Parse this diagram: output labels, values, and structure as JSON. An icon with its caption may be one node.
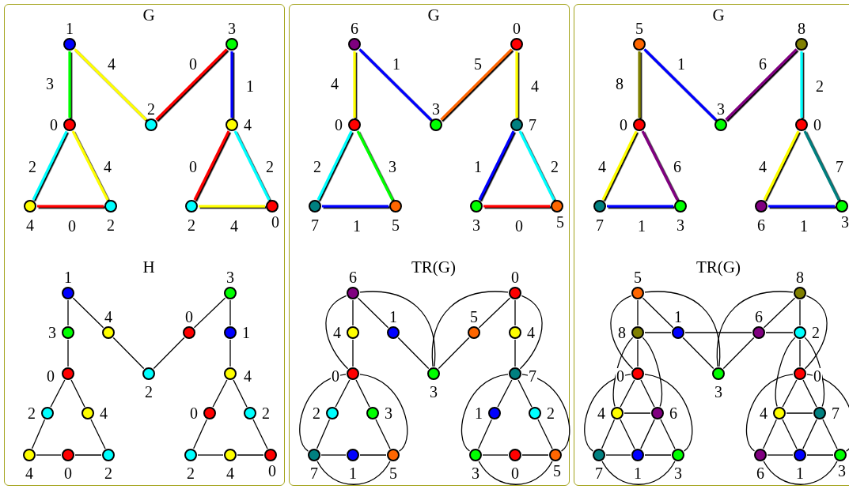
{
  "diagram": {
    "nodes": [
      {
        "text": [
          "G",
          "H"
        ]
      },
      {
        "text": [
          "G",
          "TR(G)"
        ]
      },
      {
        "text": [
          "G",
          "TR(G)"
        ]
      },
      {
        "text": [],
        "shape": "circle",
        "in": 0,
        "beside": [
          "1"
        ]
      },
      {
        "text": [],
        "shape": "circle",
        "in": 0,
        "beside": [
          "0"
        ]
      },
      {
        "text": [],
        "shape": "circle",
        "in": 0,
        "beside": [
          "2"
        ]
      },
      {
        "text": [],
        "shape": "circle",
        "in": 0,
        "beside": [
          "3"
        ]
      },
      {
        "text": [],
        "shape": "circle",
        "in": 0,
        "beside": [
          "4"
        ]
      },
      {
        "text": [],
        "shape": "circle",
        "in": 0,
        "beside": [
          "4"
        ]
      },
      {
        "text": [],
        "shape": "circle",
        "in": 0,
        "beside": [
          "2"
        ]
      },
      {
        "text": [],
        "shape": "circle",
        "in": 0,
        "beside": [
          "2"
        ]
      },
      {
        "text": [],
        "shape": "circle",
        "in": 0,
        "beside": [
          "0"
        ]
      },
      {
        "text": [],
        "shape": "circle",
        "in": 0,
        "beside": [
          "1"
        ]
      },
      {
        "text": [],
        "shape": "circle",
        "in": 0,
        "beside": [
          "3"
        ]
      },
      {
        "text": [],
        "shape": "circle",
        "in": 0,
        "beside": [
          "0"
        ]
      },
      {
        "text": [],
        "shape": "circle",
        "in": 0,
        "beside": [
          "4"
        ]
      },
      {
        "text": [],
        "shape": "circle",
        "in": 0,
        "beside": [
          "2"
        ]
      },
      {
        "text": [],
        "shape": "circle",
        "in": 0,
        "beside": [
          "0"
        ]
      },
      {
        "text": [],
        "shape": "circle",
        "in": 0,
        "beside": [
          "3"
        ]
      },
      {
        "text": [],
        "shape": "circle",
        "in": 0,
        "beside": [
          "1"
        ]
      },
      {
        "text": [],
        "shape": "circle",
        "in": 0,
        "beside": [
          "4"
        ]
      },
      {
        "text": [],
        "shape": "circle",
        "in": 0,
        "beside": [
          "2"
        ]
      },
      {
        "text": [],
        "shape": "circle",
        "in": 0,
        "beside": [
          "4"
        ]
      },
      {
        "text": [],
        "shape": "circle",
        "in": 0,
        "beside": [
          "4"
        ]
      },
      {
        "text": [],
        "shape": "circle",
        "in": 0,
        "beside": [
          "0"
        ]
      },
      {
        "text": [],
        "shape": "circle",
        "in": 0,
        "beside": [
          "2"
        ]
      },
      {
        "text": [],
        "shape": "circle",
        "in": 0,
        "beside": [
          "0"
        ]
      },
      {
        "text": [],
        "shape": "circle",
        "in": 0,
        "beside": [
          "2"
        ]
      },
      {
        "text": [],
        "shape": "circle",
        "in": 0,
        "beside": [
          "2"
        ]
      },
      {
        "text": [],
        "shape": "circle",
        "in": 0,
        "beside": [
          "4"
        ]
      },
      {
        "text": [],
        "shape": "circle",
        "in": 0,
        "beside": [
          "0"
        ]
      },
      {
        "text": [],
        "shape": "circle",
        "in": 1,
        "beside": [
          "6"
        ]
      },
      {
        "text": [],
        "shape": "circle",
        "in": 1,
        "beside": [
          "0"
        ]
      },
      {
        "text": [],
        "shape": "circle",
        "in": 1,
        "beside": [
          "3"
        ]
      },
      {
        "text": [],
        "shape": "circle",
        "in": 1,
        "beside": [
          "0"
        ]
      },
      {
        "text": [],
        "shape": "circle",
        "in": 1,
        "beside": [
          "7"
        ]
      },
      {
        "text": [],
        "shape": "circle",
        "in": 1,
        "beside": [
          "7"
        ]
      },
      {
        "text": [],
        "shape": "circle",
        "in": 1,
        "beside": [
          "5"
        ]
      },
      {
        "text": [],
        "shape": "circle",
        "in": 1,
        "beside": [
          "3"
        ]
      },
      {
        "text": [],
        "shape": "circle",
        "in": 1,
        "beside": [
          "5"
        ]
      },
      {
        "text": [],
        "shape": "circle",
        "in": 1,
        "beside": [
          "6"
        ]
      },
      {
        "text": [],
        "shape": "circle",
        "in": 1,
        "beside": [
          "4"
        ]
      },
      {
        "text": [],
        "shape": "circle",
        "in": 1,
        "beside": [
          "0"
        ]
      },
      {
        "text": [],
        "shape": "circle",
        "in": 1,
        "beside": [
          "1"
        ]
      },
      {
        "text": [],
        "shape": "circle",
        "in": 1,
        "beside": [
          "3"
        ]
      },
      {
        "text": [],
        "shape": "circle",
        "in": 1,
        "beside": [
          "5"
        ]
      },
      {
        "text": [],
        "shape": "circle",
        "in": 1,
        "beside": [
          "0"
        ]
      },
      {
        "text": [],
        "shape": "circle",
        "in": 1,
        "beside": [
          "4"
        ]
      },
      {
        "text": [],
        "shape": "circle",
        "in": 1,
        "beside": [
          "7"
        ]
      },
      {
        "text": [],
        "shape": "circle",
        "in": 1,
        "beside": [
          "2"
        ]
      },
      {
        "text": [],
        "shape": "circle",
        "in": 1,
        "beside": [
          "3"
        ]
      },
      {
        "text": [],
        "shape": "circle",
        "in": 1,
        "beside": [
          "7"
        ]
      },
      {
        "text": [],
        "shape": "circle",
        "in": 1,
        "beside": [
          "1"
        ]
      },
      {
        "text": [],
        "shape": "circle",
        "in": 1,
        "beside": [
          "5"
        ]
      },
      {
        "text": [],
        "shape": "circle",
        "in": 1,
        "beside": [
          "1"
        ]
      },
      {
        "text": [],
        "shape": "circle",
        "in": 1,
        "beside": [
          "2"
        ]
      },
      {
        "text": [],
        "shape": "circle",
        "in": 1,
        "beside": [
          "3"
        ]
      },
      {
        "text": [],
        "shape": "circle",
        "in": 1,
        "beside": [
          "0"
        ]
      },
      {
        "text": [],
        "shape": "circle",
        "in": 1,
        "beside": [
          "5"
        ]
      },
      {
        "text": [],
        "shape": "circle",
        "in": 2,
        "beside": [
          "5"
        ]
      },
      {
        "text": [],
        "shape": "circle",
        "in": 2,
        "beside": [
          "0"
        ]
      },
      {
        "text": [],
        "shape": "circle",
        "in": 2,
        "beside": [
          "3"
        ]
      },
      {
        "text": [],
        "shape": "circle",
        "in": 2,
        "beside": [
          "8"
        ]
      },
      {
        "text": [],
        "shape": "circle",
        "in": 2,
        "beside": [
          "0"
        ]
      },
      {
        "text": [],
        "shape": "circle",
        "in": 2,
        "beside": [
          "7"
        ]
      },
      {
        "text": [],
        "shape": "circle",
        "in": 2,
        "beside": [
          "3"
        ]
      },
      {
        "text": [],
        "shape": "circle",
        "in": 2,
        "beside": [
          "6"
        ]
      },
      {
        "text": [],
        "shape": "circle",
        "in": 2,
        "beside": [
          "3"
        ]
      },
      {
        "text": [],
        "shape": "circle",
        "in": 2,
        "beside": [
          "5"
        ]
      },
      {
        "text": [],
        "shape": "circle",
        "in": 2,
        "beside": [
          "8"
        ]
      },
      {
        "text": [],
        "shape": "circle",
        "in": 2,
        "beside": [
          "0"
        ]
      },
      {
        "text": [],
        "shape": "circle",
        "in": 2,
        "beside": [
          "1"
        ]
      },
      {
        "text": [],
        "shape": "circle",
        "in": 2,
        "beside": [
          "3"
        ]
      },
      {
        "text": [],
        "shape": "circle",
        "in": 2,
        "beside": [
          "6"
        ]
      },
      {
        "text": [],
        "shape": "circle",
        "in": 2,
        "beside": [
          "8"
        ]
      },
      {
        "text": [],
        "shape": "circle",
        "in": 2,
        "beside": [
          "2"
        ]
      },
      {
        "text": [],
        "shape": "circle",
        "in": 2,
        "beside": [
          "0"
        ]
      },
      {
        "text": [],
        "shape": "circle",
        "in": 2,
        "beside": [
          "4"
        ]
      },
      {
        "text": [],
        "shape": "circle",
        "in": 2,
        "beside": [
          "6"
        ]
      },
      {
        "text": [],
        "shape": "circle",
        "in": 2,
        "beside": [
          "7"
        ]
      },
      {
        "text": [],
        "shape": "circle",
        "in": 2,
        "beside": [
          "1"
        ]
      },
      {
        "text": [],
        "shape": "circle",
        "in": 2,
        "beside": [
          "3"
        ]
      },
      {
        "text": [],
        "shape": "circle",
        "in": 2,
        "beside": [
          "4"
        ]
      },
      {
        "text": [],
        "shape": "circle",
        "in": 2,
        "beside": [
          "7"
        ]
      },
      {
        "text": [],
        "shape": "circle",
        "in": 2,
        "beside": [
          "6"
        ]
      },
      {
        "text": [],
        "shape": "circle",
        "in": 2,
        "beside": [
          "1"
        ]
      },
      {
        "text": [],
        "shape": "circle",
        "in": 2,
        "beside": [
          "3"
        ]
      }
    ],
    "edges": [
      {
        "from": 3,
        "to": 4,
        "arrow": "none",
        "label": "3",
        "style": "thick",
        "color": "#00ff00"
      },
      {
        "from": 3,
        "to": 5,
        "arrow": "none",
        "label": "4",
        "style": "thick",
        "color": "#ffff00"
      },
      {
        "from": 5,
        "to": 6,
        "arrow": "none",
        "label": "0",
        "style": "thick",
        "color": "#ff0000"
      },
      {
        "from": 6,
        "to": 7,
        "arrow": "none",
        "label": "1",
        "style": "thick",
        "color": "#0000ff"
      },
      {
        "from": 4,
        "to": 8,
        "arrow": "none",
        "label": "2",
        "style": "thick",
        "color": "#00ffff"
      },
      {
        "from": 4,
        "to": 9,
        "arrow": "none",
        "label": "4",
        "style": "thick",
        "color": "#ffff00"
      },
      {
        "from": 8,
        "to": 9,
        "arrow": "none",
        "label": "0",
        "style": "thick",
        "color": "#ff0000"
      },
      {
        "from": 7,
        "to": 10,
        "arrow": "none",
        "label": "0",
        "style": "thick",
        "color": "#ff0000"
      },
      {
        "from": 7,
        "to": 11,
        "arrow": "none",
        "label": "2",
        "style": "thick",
        "color": "#00ffff"
      },
      {
        "from": 10,
        "to": 11,
        "arrow": "none",
        "label": "4",
        "style": "thick",
        "color": "#ffff00"
      },
      {
        "from": 12,
        "to": 13,
        "arrow": "none"
      },
      {
        "from": 13,
        "to": 14,
        "arrow": "none"
      },
      {
        "from": 12,
        "to": 15,
        "arrow": "none"
      },
      {
        "from": 15,
        "to": 16,
        "arrow": "none"
      },
      {
        "from": 16,
        "to": 17,
        "arrow": "none"
      },
      {
        "from": 17,
        "to": 18,
        "arrow": "none"
      },
      {
        "from": 18,
        "to": 19,
        "arrow": "none"
      },
      {
        "from": 19,
        "to": 20,
        "arrow": "none"
      },
      {
        "from": 14,
        "to": 21,
        "arrow": "none"
      },
      {
        "from": 21,
        "to": 23,
        "arrow": "none"
      },
      {
        "from": 14,
        "to": 22,
        "arrow": "none"
      },
      {
        "from": 22,
        "to": 25,
        "arrow": "none"
      },
      {
        "from": 23,
        "to": 24,
        "arrow": "none"
      },
      {
        "from": 24,
        "to": 25,
        "arrow": "none"
      },
      {
        "from": 20,
        "to": 26,
        "arrow": "none"
      },
      {
        "from": 26,
        "to": 28,
        "arrow": "none"
      },
      {
        "from": 20,
        "to": 27,
        "arrow": "none"
      },
      {
        "from": 27,
        "to": 30,
        "arrow": "none"
      },
      {
        "from": 28,
        "to": 29,
        "arrow": "none"
      },
      {
        "from": 29,
        "to": 30,
        "arrow": "none"
      },
      {
        "from": 31,
        "to": 32,
        "arrow": "none",
        "label": "4",
        "style": "thick",
        "color": "#ffff00"
      },
      {
        "from": 31,
        "to": 33,
        "arrow": "none",
        "label": "1",
        "style": "thick",
        "color": "#0000ff"
      },
      {
        "from": 33,
        "to": 34,
        "arrow": "none",
        "label": "5",
        "style": "thick",
        "color": "#ff6600"
      },
      {
        "from": 34,
        "to": 35,
        "arrow": "none",
        "label": "4",
        "style": "thick",
        "color": "#ffff00"
      },
      {
        "from": 32,
        "to": 36,
        "arrow": "none",
        "label": "2",
        "style": "thick",
        "color": "#00ffff"
      },
      {
        "from": 32,
        "to": 37,
        "arrow": "none",
        "label": "3",
        "style": "thick",
        "color": "#00ff00"
      },
      {
        "from": 36,
        "to": 37,
        "arrow": "none",
        "label": "1",
        "style": "thick",
        "color": "#0000ff"
      },
      {
        "from": 35,
        "to": 38,
        "arrow": "none",
        "label": "1",
        "style": "thick",
        "color": "#0000ff"
      },
      {
        "from": 35,
        "to": 39,
        "arrow": "none",
        "label": "2",
        "style": "thick",
        "color": "#00ffff"
      },
      {
        "from": 38,
        "to": 39,
        "arrow": "none",
        "label": "0",
        "style": "thick",
        "color": "#ff0000"
      },
      {
        "from": 40,
        "to": 41,
        "arrow": "none"
      },
      {
        "from": 41,
        "to": 42,
        "arrow": "none"
      },
      {
        "from": 40,
        "to": 43,
        "arrow": "none"
      },
      {
        "from": 43,
        "to": 44,
        "arrow": "none"
      },
      {
        "from": 44,
        "to": 45,
        "arrow": "none"
      },
      {
        "from": 45,
        "to": 46,
        "arrow": "none"
      },
      {
        "from": 46,
        "to": 47,
        "arrow": "none"
      },
      {
        "from": 47,
        "to": 48,
        "arrow": "none"
      },
      {
        "from": 42,
        "to": 49,
        "arrow": "none"
      },
      {
        "from": 49,
        "to": 51,
        "arrow": "none"
      },
      {
        "from": 42,
        "to": 50,
        "arrow": "none"
      },
      {
        "from": 50,
        "to": 53,
        "arrow": "none"
      },
      {
        "from": 51,
        "to": 52,
        "arrow": "none"
      },
      {
        "from": 52,
        "to": 53,
        "arrow": "none"
      },
      {
        "from": 48,
        "to": 54,
        "arrow": "none"
      },
      {
        "from": 54,
        "to": 56,
        "arrow": "none"
      },
      {
        "from": 48,
        "to": 55,
        "arrow": "none"
      },
      {
        "from": 55,
        "to": 58,
        "arrow": "none"
      },
      {
        "from": 56,
        "to": 57,
        "arrow": "none"
      },
      {
        "from": 57,
        "to": 58,
        "arrow": "none"
      },
      {
        "from": 40,
        "to": 44,
        "arrow": "none"
      },
      {
        "from": 44,
        "to": 46,
        "arrow": "none"
      },
      {
        "from": 40,
        "to": 42,
        "arrow": "none"
      },
      {
        "from": 46,
        "to": 48,
        "arrow": "none"
      },
      {
        "from": 42,
        "to": 51,
        "arrow": "none"
      },
      {
        "from": 42,
        "to": 53,
        "arrow": "none"
      },
      {
        "from": 51,
        "to": 53,
        "arrow": "none"
      },
      {
        "from": 48,
        "to": 56,
        "arrow": "none"
      },
      {
        "from": 48,
        "to": 58,
        "arrow": "none"
      },
      {
        "from": 56,
        "to": 58,
        "arrow": "none"
      },
      {
        "from": 59,
        "to": 60,
        "arrow": "none",
        "label": "8",
        "style": "thick",
        "color": "#808000"
      },
      {
        "from": 59,
        "to": 61,
        "arrow": "none",
        "label": "1",
        "style": "thick",
        "color": "#0000ff"
      },
      {
        "from": 61,
        "to": 62,
        "arrow": "none",
        "label": "6",
        "style": "thick",
        "color": "#800080"
      },
      {
        "from": 62,
        "to": 63,
        "arrow": "none",
        "label": "2",
        "style": "thick",
        "color": "#00ffff"
      },
      {
        "from": 60,
        "to": 64,
        "arrow": "none",
        "label": "4",
        "style": "thick",
        "color": "#ffff00"
      },
      {
        "from": 60,
        "to": 65,
        "arrow": "none",
        "label": "6",
        "style": "thick",
        "color": "#800080"
      },
      {
        "from": 64,
        "to": 65,
        "arrow": "none",
        "label": "1",
        "style": "thick",
        "color": "#0000ff"
      },
      {
        "from": 63,
        "to": 66,
        "arrow": "none",
        "label": "4",
        "style": "thick",
        "color": "#ffff00"
      },
      {
        "from": 63,
        "to": 67,
        "arrow": "none",
        "label": "7",
        "style": "thick",
        "color": "#008080"
      },
      {
        "from": 66,
        "to": 67,
        "arrow": "none",
        "label": "1",
        "style": "thick",
        "color": "#0000ff"
      },
      {
        "from": 68,
        "to": 69,
        "arrow": "none"
      },
      {
        "from": 69,
        "to": 70,
        "arrow": "none"
      },
      {
        "from": 68,
        "to": 71,
        "arrow": "none"
      },
      {
        "from": 71,
        "to": 72,
        "arrow": "none"
      },
      {
        "from": 72,
        "to": 73,
        "arrow": "none"
      },
      {
        "from": 73,
        "to": 74,
        "arrow": "none"
      },
      {
        "from": 74,
        "to": 75,
        "arrow": "none"
      },
      {
        "from": 75,
        "to": 76,
        "arrow": "none"
      },
      {
        "from": 70,
        "to": 77,
        "arrow": "none"
      },
      {
        "from": 77,
        "to": 79,
        "arrow": "none"
      },
      {
        "from": 70,
        "to": 78,
        "arrow": "none"
      },
      {
        "from": 78,
        "to": 81,
        "arrow": "none"
      },
      {
        "from": 79,
        "to": 80,
        "arrow": "none"
      },
      {
        "from": 80,
        "to": 81,
        "arrow": "none"
      },
      {
        "from": 76,
        "to": 82,
        "arrow": "none"
      },
      {
        "from": 82,
        "to": 84,
        "arrow": "none"
      },
      {
        "from": 76,
        "to": 83,
        "arrow": "none"
      },
      {
        "from": 83,
        "to": 86,
        "arrow": "none"
      },
      {
        "from": 84,
        "to": 85,
        "arrow": "none"
      },
      {
        "from": 85,
        "to": 86,
        "arrow": "none"
      },
      {
        "from": 68,
        "to": 72,
        "arrow": "none"
      },
      {
        "from": 72,
        "to": 74,
        "arrow": "none"
      },
      {
        "from": 68,
        "to": 70,
        "arrow": "none"
      },
      {
        "from": 74,
        "to": 76,
        "arrow": "none"
      },
      {
        "from": 70,
        "to": 79,
        "arrow": "none"
      },
      {
        "from": 70,
        "to": 81,
        "arrow": "none"
      },
      {
        "from": 79,
        "to": 81,
        "arrow": "none"
      },
      {
        "from": 76,
        "to": 84,
        "arrow": "none"
      },
      {
        "from": 76,
        "to": 86,
        "arrow": "none"
      },
      {
        "from": 84,
        "to": 86,
        "arrow": "none"
      },
      {
        "from": 69,
        "to": 71,
        "arrow": "none"
      },
      {
        "from": 71,
        "to": 73,
        "arrow": "none"
      },
      {
        "from": 73,
        "to": 75,
        "arrow": "none"
      },
      {
        "from": 77,
        "to": 78,
        "arrow": "none"
      },
      {
        "from": 77,
        "to": 80,
        "arrow": "none"
      },
      {
        "from": 78,
        "to": 80,
        "arrow": "none"
      },
      {
        "from": 69,
        "to": 77,
        "arrow": "none"
      },
      {
        "from": 69,
        "to": 78,
        "arrow": "none"
      },
      {
        "from": 75,
        "to": 82,
        "arrow": "none"
      },
      {
        "from": 75,
        "to": 83,
        "arrow": "none"
      },
      {
        "from": 82,
        "to": 83,
        "arrow": "none"
      },
      {
        "from": 82,
        "to": 85,
        "arrow": "none"
      },
      {
        "from": 83,
        "to": 85,
        "arrow": "none"
      }
    ]
  }
}
